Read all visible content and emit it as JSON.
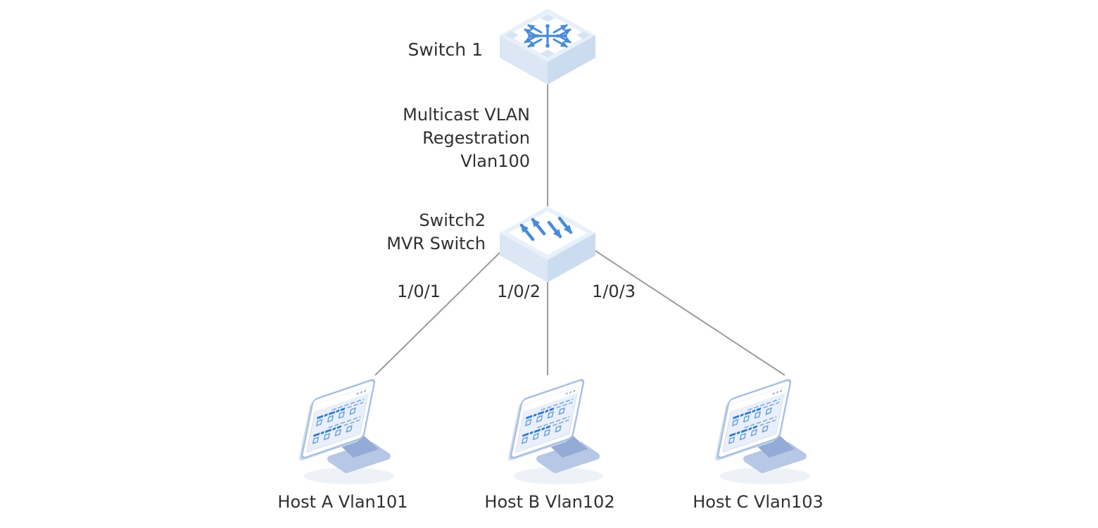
{
  "nodes": {
    "switch1": {
      "label": "Switch 1"
    },
    "switch2": {
      "name": "Switch2",
      "role": "MVR Switch"
    },
    "host_a": {
      "label": "Host A Vlan101"
    },
    "host_b": {
      "label": "Host B Vlan102"
    },
    "host_c": {
      "label": "Host C Vlan103"
    }
  },
  "links": {
    "uplink_label": {
      "line1": "Multicast VLAN",
      "line2": "Regestration",
      "line3": "Vlan100"
    },
    "ports": {
      "host_a": "1/0/1",
      "host_b": "1/0/2",
      "host_c": "1/0/3"
    }
  },
  "colors": {
    "text": "#303030",
    "link_line": "#9c9c9c",
    "accent_blue": "#478bda",
    "box_top": "#ffffff",
    "box_rim": "#e8f0f9",
    "box_left": "#dce7f5",
    "box_right": "#cbdbf0",
    "monitor_frame": "#a9bfe2",
    "monitor_screen": "#e9effb",
    "content_dark": "#2e7ccd",
    "content_light": "#82afdf",
    "stand": "#93abd5",
    "stand_base": "#b7c8e6",
    "shadow": "#eef2f8"
  }
}
